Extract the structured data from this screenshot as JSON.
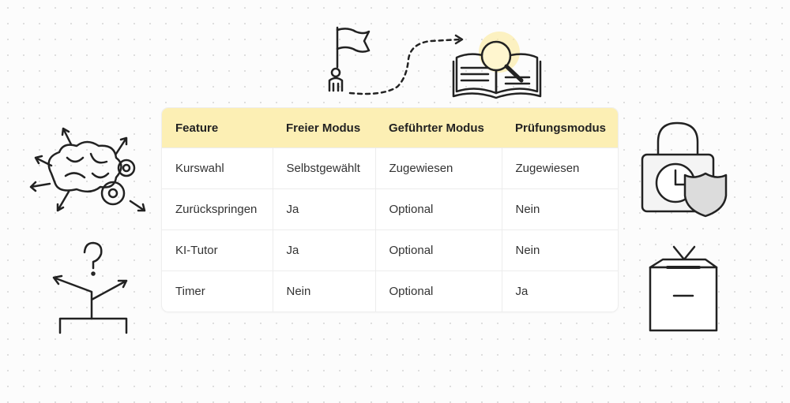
{
  "table": {
    "headers": [
      "Feature",
      "Freier Modus",
      "Geführter Modus",
      "Prüfungsmodus"
    ],
    "rows": [
      [
        "Kurswahl",
        "Selbstgewählt",
        "Zugewiesen",
        "Zugewiesen"
      ],
      [
        "Zurückspringen",
        "Ja",
        "Optional",
        "Nein"
      ],
      [
        "KI-Tutor",
        "Ja",
        "Optional",
        "Nein"
      ],
      [
        "Timer",
        "Nein",
        "Optional",
        "Ja"
      ]
    ]
  },
  "colors": {
    "header_bg": "#fcefb4",
    "highlight": "#fbe99a"
  },
  "illustrations": [
    "person-flag-icon",
    "book-magnifier-icon",
    "brain-gears-icon",
    "question-crossroads-icon",
    "lock-clock-shield-icon",
    "ballot-box-icon"
  ]
}
